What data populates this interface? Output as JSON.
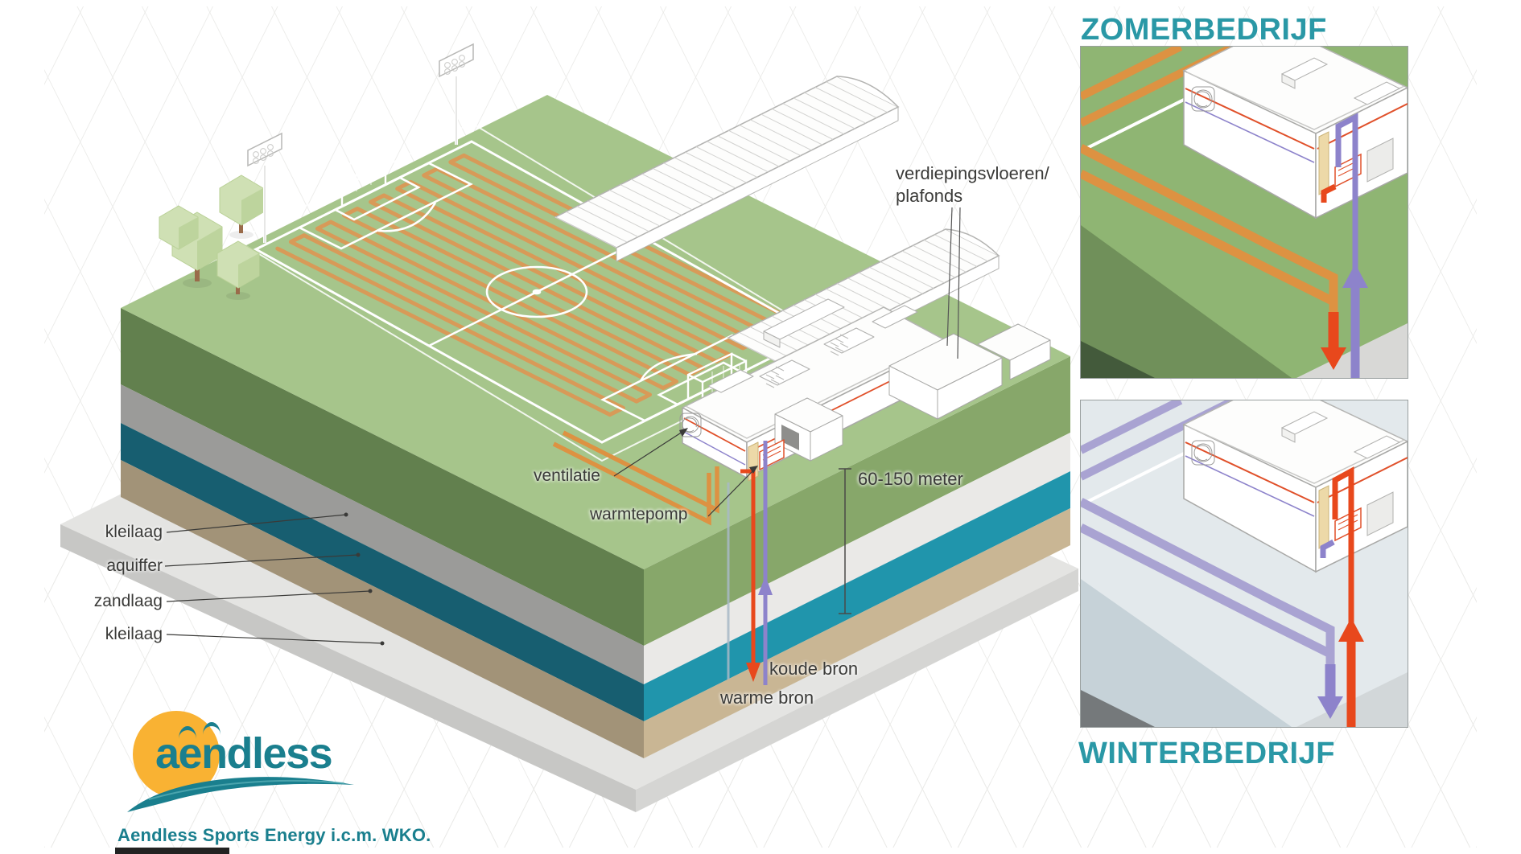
{
  "panels": {
    "summer_title": "ZOMERBEDRIJF",
    "winter_title": "WINTERBEDRIJF"
  },
  "diagram_labels": {
    "flo ors_note": "",
    "floors_line1": "verdiepingsvloeren/",
    "floors_line2": "plafonds",
    "ventilation": "ventilatie",
    "heat_pump": "warmtepomp",
    "depth": "60-150 meter",
    "cold_well": "koude bron",
    "warm_well": "warme bron"
  },
  "soil_layers": [
    {
      "label": "kleilaag",
      "color": "#9b9b99"
    },
    {
      "label": "aquiffer",
      "color": "#2095ac"
    },
    {
      "label": "zandlaag",
      "color": "#c9b694"
    },
    {
      "label": "kleilaag",
      "color": "#d8d8d6"
    }
  ],
  "logo": {
    "brand": "aendless",
    "tagline": "Aendless Sports Energy i.c.m. WKO."
  },
  "colors": {
    "accent_teal": "#2a98a6",
    "logo_teal": "#1a7f8e",
    "sun_yellow": "#f9b233",
    "pipe_orange": "#dd9242",
    "hot_red": "#e8481c",
    "cold_purple": "#8d83cb",
    "grass_top": "#a6c58b",
    "panel_grass": "#8fb573",
    "winter_ice": "#e3e9ec"
  }
}
